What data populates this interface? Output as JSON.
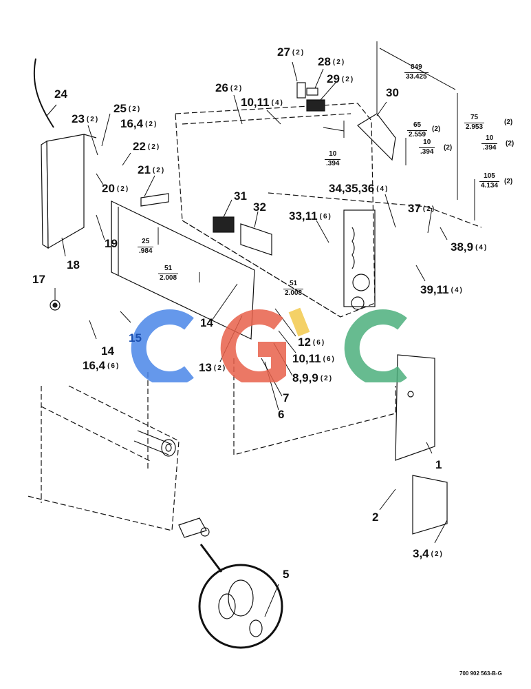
{
  "callouts": [
    {
      "id": "c24",
      "num": "24",
      "qty": ""
    },
    {
      "id": "c23",
      "num": "23",
      "qty": "(2)"
    },
    {
      "id": "c25",
      "num": "25",
      "qty": "(2)"
    },
    {
      "id": "c164a",
      "num": "16,4",
      "qty": "(2)"
    },
    {
      "id": "c22",
      "num": "22",
      "qty": "(2)"
    },
    {
      "id": "c21",
      "num": "21",
      "qty": "(2)"
    },
    {
      "id": "c20",
      "num": "20",
      "qty": "(2)"
    },
    {
      "id": "c19",
      "num": "19",
      "qty": ""
    },
    {
      "id": "c18",
      "num": "18",
      "qty": ""
    },
    {
      "id": "c17",
      "num": "17",
      "qty": ""
    },
    {
      "id": "c14a",
      "num": "14",
      "qty": ""
    },
    {
      "id": "c164b",
      "num": "16,4",
      "qty": "(6)"
    },
    {
      "id": "c15",
      "num": "15",
      "qty": ""
    },
    {
      "id": "c26",
      "num": "26",
      "qty": "(2)"
    },
    {
      "id": "c1011a",
      "num": "10,11",
      "qty": "(4)"
    },
    {
      "id": "c27",
      "num": "27",
      "qty": "(2)"
    },
    {
      "id": "c28",
      "num": "28",
      "qty": "(2)"
    },
    {
      "id": "c29",
      "num": "29",
      "qty": "(2)"
    },
    {
      "id": "c30",
      "num": "30",
      "qty": ""
    },
    {
      "id": "c31",
      "num": "31",
      "qty": ""
    },
    {
      "id": "c32",
      "num": "32",
      "qty": ""
    },
    {
      "id": "c3311",
      "num": "33,11",
      "qty": "(6)"
    },
    {
      "id": "c343536",
      "num": "34,35,36",
      "qty": "(4)"
    },
    {
      "id": "c37",
      "num": "37",
      "qty": "(2)"
    },
    {
      "id": "c389",
      "num": "38,9",
      "qty": "(4)"
    },
    {
      "id": "c3911",
      "num": "39,11",
      "qty": "(4)"
    },
    {
      "id": "c14b",
      "num": "14",
      "qty": ""
    },
    {
      "id": "c13",
      "num": "13",
      "qty": "(2)"
    },
    {
      "id": "c12",
      "num": "12",
      "qty": "(6)"
    },
    {
      "id": "c1011b",
      "num": "10,11",
      "qty": "(6)"
    },
    {
      "id": "c899",
      "num": "8,9,9",
      "qty": "(2)"
    },
    {
      "id": "c7",
      "num": "7",
      "qty": ""
    },
    {
      "id": "c6",
      "num": "6",
      "qty": ""
    },
    {
      "id": "c1",
      "num": "1",
      "qty": ""
    },
    {
      "id": "c2",
      "num": "2",
      "qty": ""
    },
    {
      "id": "c34",
      "num": "3,4",
      "qty": "(2)"
    },
    {
      "id": "c5",
      "num": "5",
      "qty": ""
    }
  ],
  "dimensions": [
    {
      "id": "d849",
      "mm": "849",
      "inch": "33.425",
      "qty": ""
    },
    {
      "id": "d75",
      "mm": "75",
      "inch": "2.953",
      "qty": "(2)"
    },
    {
      "id": "d10a",
      "mm": "10",
      "inch": ".394",
      "qty": "(2)"
    },
    {
      "id": "d65",
      "mm": "65",
      "inch": "2.559",
      "qty": "(2)"
    },
    {
      "id": "d10b",
      "mm": "10",
      "inch": ".394",
      "qty": "(2)"
    },
    {
      "id": "d10c",
      "mm": "10",
      "inch": ".394",
      "qty": ""
    },
    {
      "id": "d105",
      "mm": "105",
      "inch": "4.134",
      "qty": "(2)"
    },
    {
      "id": "d25",
      "mm": "25",
      "inch": ".984",
      "qty": ""
    },
    {
      "id": "d51a",
      "mm": "51",
      "inch": "2.008",
      "qty": ""
    },
    {
      "id": "d51b",
      "mm": "51",
      "inch": "2.008",
      "qty": ""
    }
  ],
  "figure_number": "700 902 563-B-G",
  "watermark": {
    "letters": [
      "C",
      "G",
      "C"
    ],
    "colors": [
      "#4a86e8",
      "#e8604a",
      "#f2c94c",
      "#4caf7d"
    ]
  }
}
